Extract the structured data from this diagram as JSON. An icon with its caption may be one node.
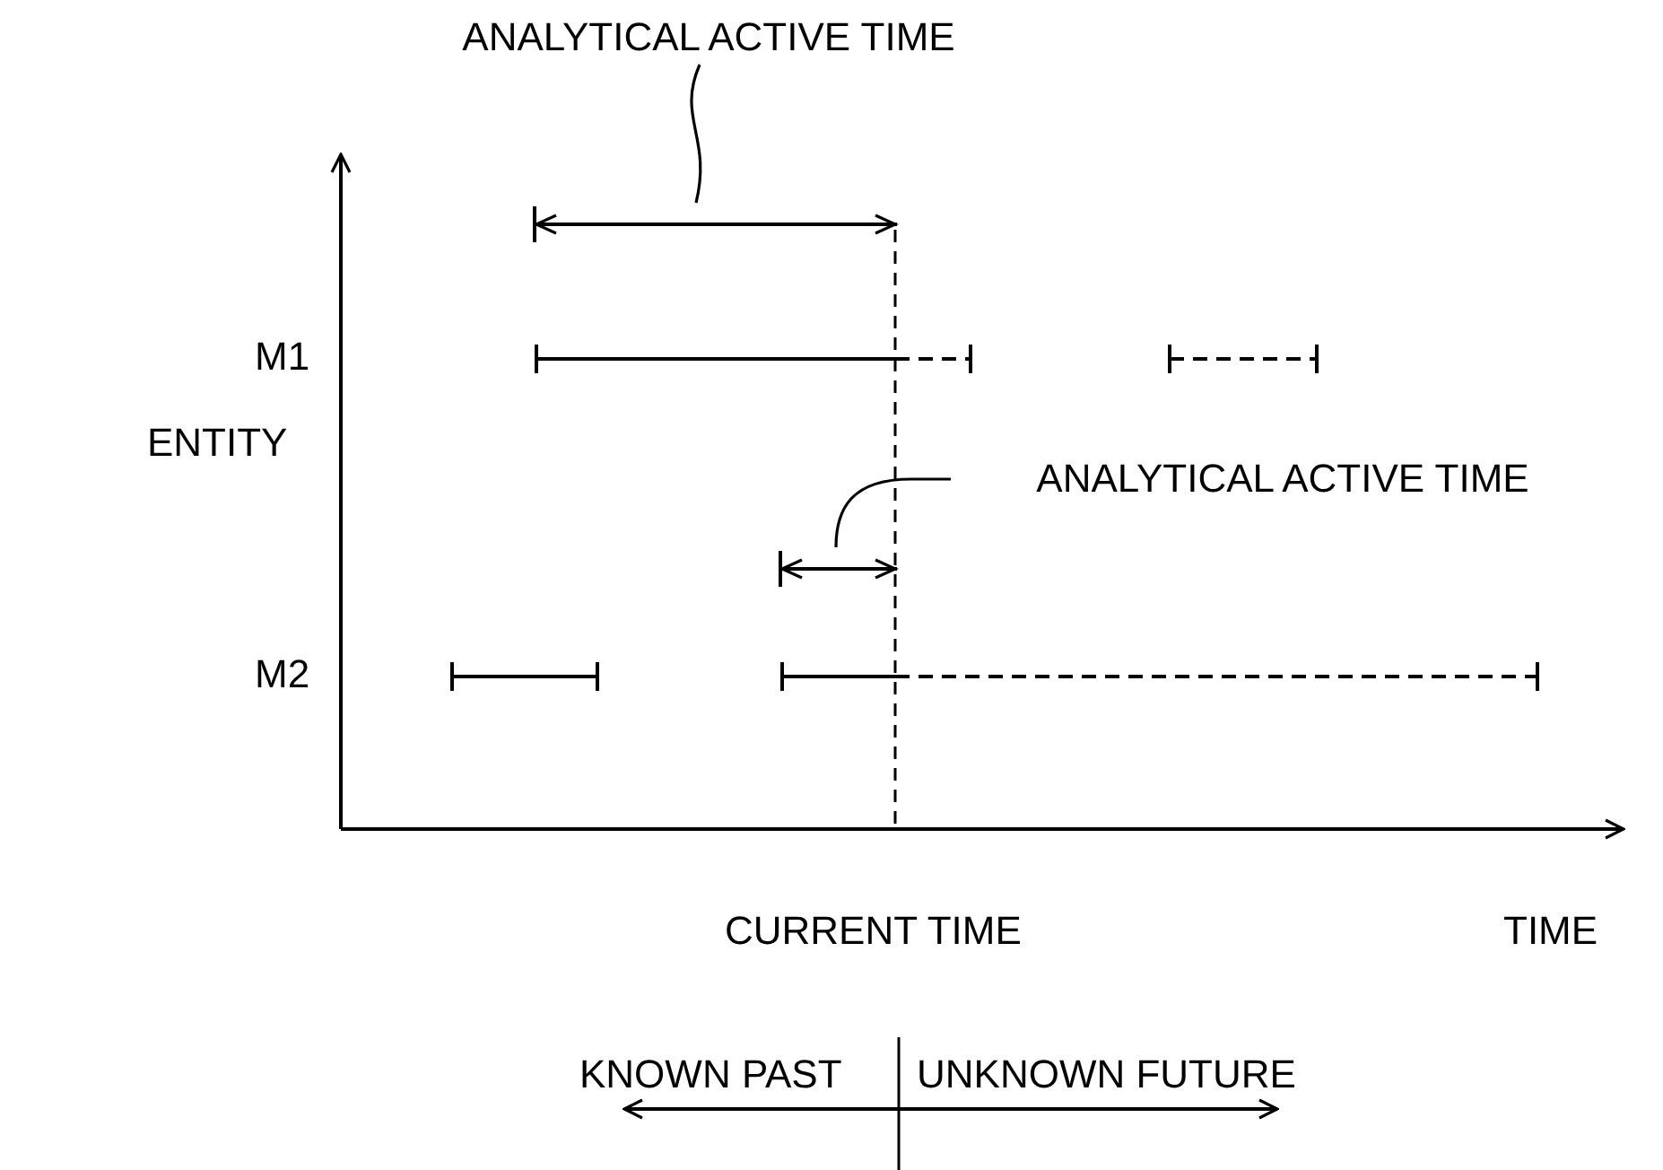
{
  "diagram": {
    "nodes": [
      {
        "text": [
          "ANALYTICAL ACTIVE TIME"
        ]
      },
      {
        "text": [],
        "shape": "bar"
      },
      {
        "text": [
          "ANALYTICAL ACTIVE TIME"
        ]
      },
      {
        "text": [],
        "shape": "bar"
      }
    ],
    "edges": [
      {
        "from": 0,
        "to": 1,
        "arrow": "none"
      },
      {
        "from": 2,
        "to": 3,
        "arrow": "none"
      }
    ],
    "labels": [
      "M1",
      "ENTITY",
      "M2",
      "CURRENT TIME",
      "TIME",
      "KNOWN PAST",
      "UNKNOWN FUTURE"
    ]
  }
}
